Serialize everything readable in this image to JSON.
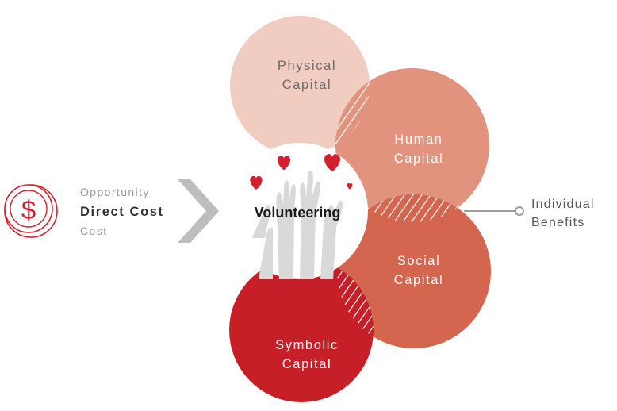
{
  "colors": {
    "physical": "#f1ccc0",
    "human": "#e1937e",
    "social": "#d4654e",
    "symbolic": "#c71f27",
    "center": "#ffffff",
    "hands": "#d9d9d9",
    "heart": "#d2202f",
    "coin": "#d2202f",
    "chevron": "#bdbdbd",
    "connector": "#9e9e9e",
    "muted_text": "#9a9a9a",
    "dark_text": "#333333",
    "capital_text": "#6b6b6b"
  },
  "cost": {
    "coin_icon": "dollar-coin-icon",
    "coin_symbol": "$",
    "line1": "Opportunity",
    "line2": "Direct Cost",
    "line3": "Cost",
    "chevron_icon": "chevron-right-icon"
  },
  "center": {
    "label": "Volunteering",
    "illustration": "raised-hands-with-hearts-icon"
  },
  "capitals": {
    "physical": {
      "line1": "Physical",
      "line2": "Capital"
    },
    "human": {
      "line1": "Human",
      "line2": "Capital"
    },
    "social": {
      "line1": "Social",
      "line2": "Capital"
    },
    "symbolic": {
      "line1": "Symbolic",
      "line2": "Capital"
    }
  },
  "benefits": {
    "line1": "Individual",
    "line2": "Benefits"
  }
}
